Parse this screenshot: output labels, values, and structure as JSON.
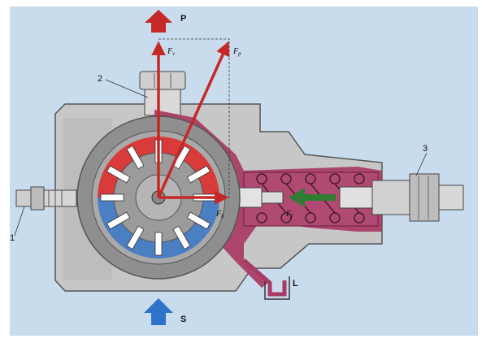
{
  "colors": {
    "background": "#c9dcee",
    "housing": "#c7c7c7",
    "housing_dark": "#a9a9a9",
    "ring": "#8f8f8f",
    "pressure_chamber": "#a83a63",
    "pressure_side": "#d93a3a",
    "suction_side": "#4a7fc4",
    "force_arrow": "#c62828",
    "compensator_arrow": "#2e7d32",
    "inlet_arrow": "#2f73c9"
  },
  "icons": {
    "outlet": "arrow-up-icon",
    "inlet": "arrow-up-icon",
    "compensator": "arrow-left-icon"
  },
  "labels": {
    "outlet": "P",
    "inlet": "S",
    "leak": "L",
    "part1": "1",
    "part2": "2",
    "part3": "3",
    "f_main": "F",
    "force_v": "v",
    "force_p": "p",
    "force_h": "h",
    "force_f": "f"
  }
}
